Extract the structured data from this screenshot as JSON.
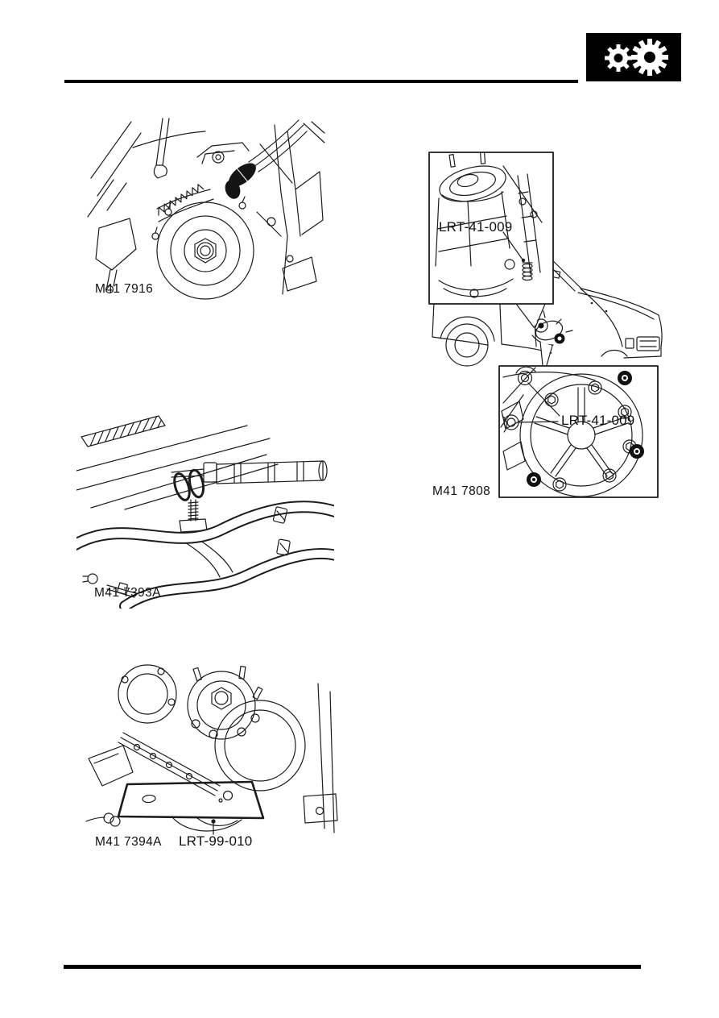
{
  "header": {
    "logo": {
      "icon": "gears-icon",
      "background": "#000000",
      "foreground": "#ffffff"
    }
  },
  "figures": {
    "fig1": {
      "caption": "M41 7916"
    },
    "fig2": {
      "caption": "M41 7393A"
    },
    "fig3": {
      "caption": "M41 7394A",
      "tool_label": "LRT-99-010"
    },
    "fig4": {
      "caption": "M41 7808",
      "tool_label_upper": "LRT-41-009",
      "tool_label_lower": "LRT-41-009"
    }
  },
  "colors": {
    "line": "#1c1c1c",
    "rule": "#000000",
    "page_background": "#ffffff"
  }
}
